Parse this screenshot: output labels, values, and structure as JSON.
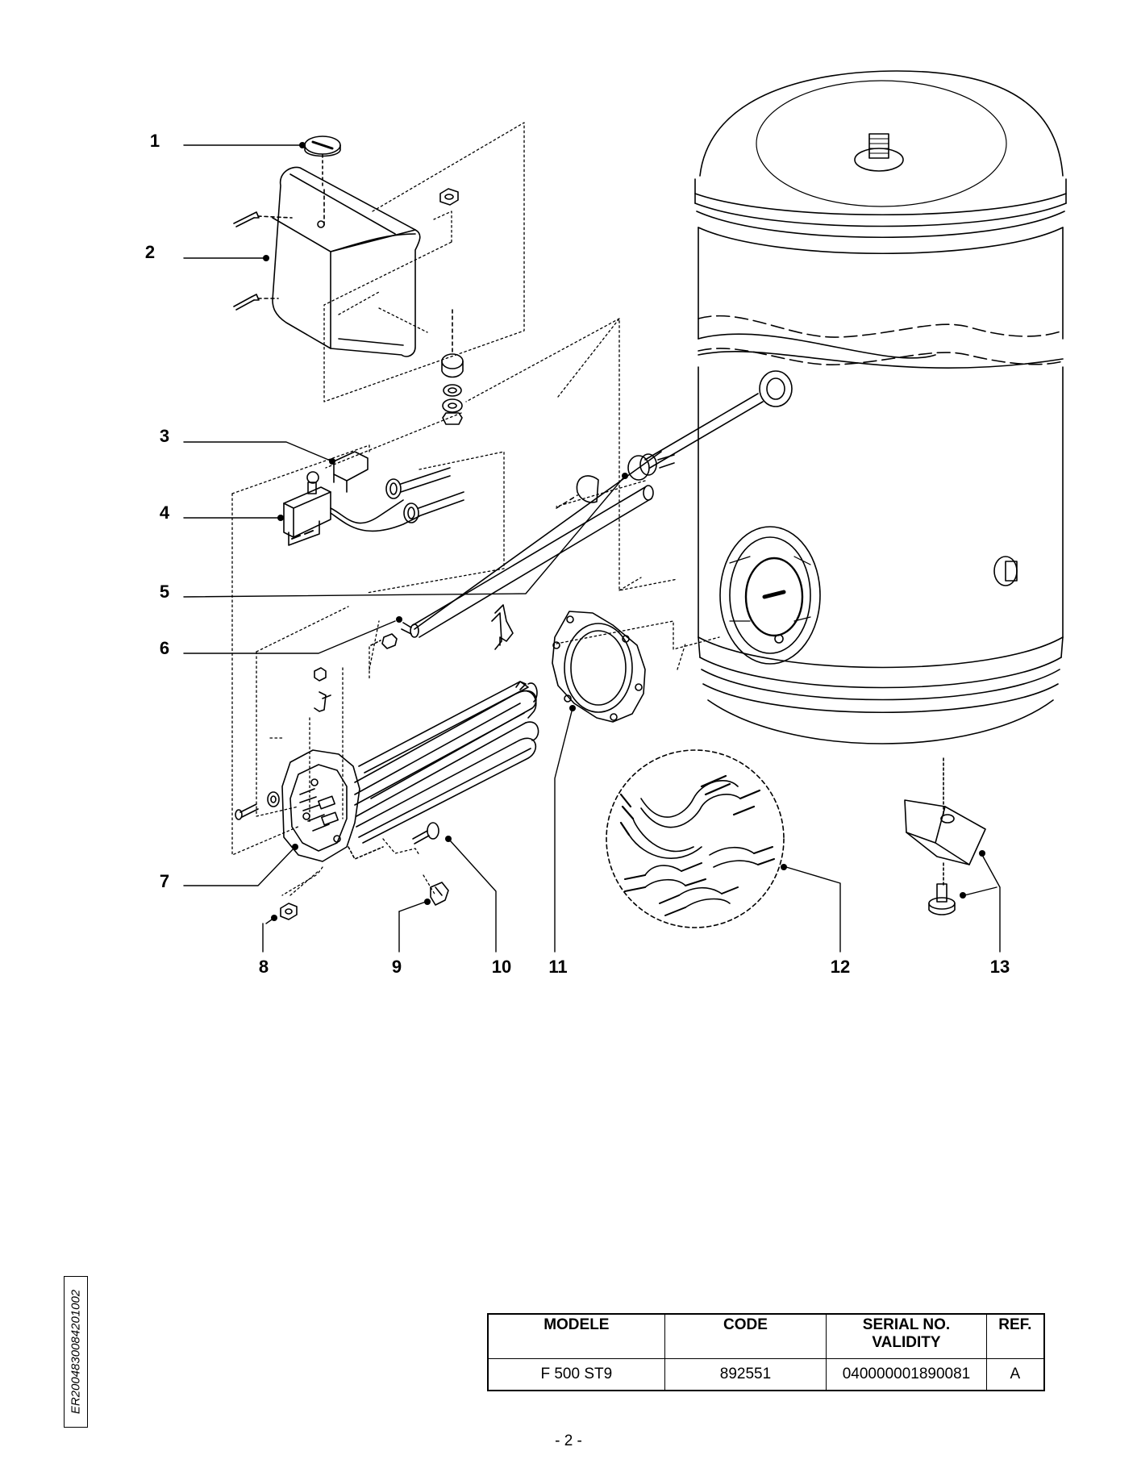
{
  "callouts": [
    {
      "id": "1",
      "label": "1"
    },
    {
      "id": "2",
      "label": "2"
    },
    {
      "id": "3",
      "label": "3"
    },
    {
      "id": "4",
      "label": "4"
    },
    {
      "id": "5",
      "label": "5"
    },
    {
      "id": "6",
      "label": "6"
    },
    {
      "id": "7",
      "label": "7"
    },
    {
      "id": "8",
      "label": "8"
    },
    {
      "id": "9",
      "label": "9"
    },
    {
      "id": "10",
      "label": "10"
    },
    {
      "id": "11",
      "label": "11"
    },
    {
      "id": "12",
      "label": "12"
    },
    {
      "id": "13",
      "label": "13"
    }
  ],
  "document_code": "ER2004830084201002",
  "info_table": {
    "headers": {
      "model": "MODELE",
      "code": "CODE",
      "serial_line1": "SERIAL NO.",
      "serial_line2": "VALIDITY",
      "ref": "REF."
    },
    "row": {
      "model": "F 500 ST9",
      "code": "892551",
      "serial": "040000001890081",
      "ref": "A"
    }
  },
  "page_number": "- 2 -"
}
